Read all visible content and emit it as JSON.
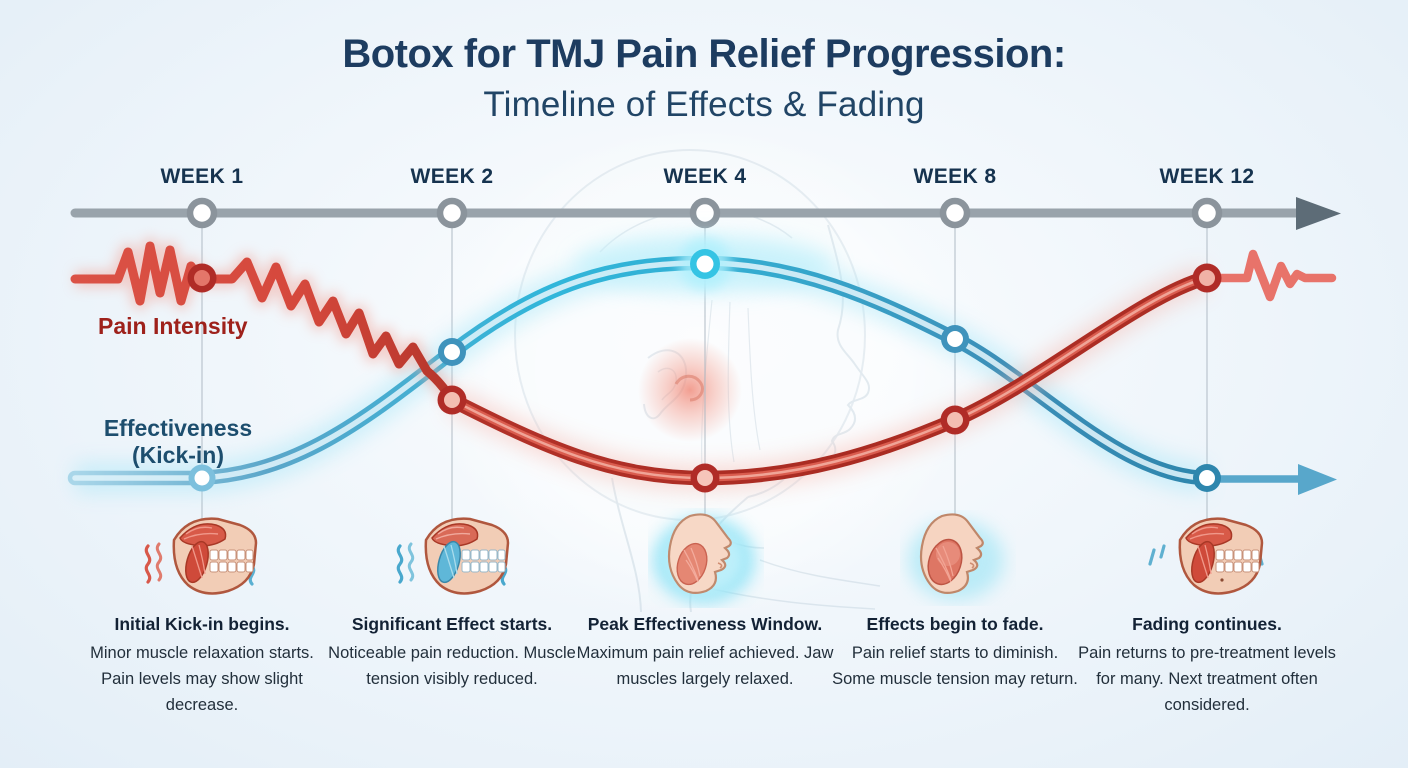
{
  "header": {
    "title_line1": "Botox for TMJ Pain Relief Progression:",
    "title_line2": "Timeline of Effects & Fading"
  },
  "timeline": {
    "weeks": [
      {
        "label": "WEEK 1"
      },
      {
        "label": "WEEK 2"
      },
      {
        "label": "WEEK 4"
      },
      {
        "label": "WEEK 8"
      },
      {
        "label": "WEEK 12"
      }
    ],
    "axis_color": "#99a3ab",
    "arrow_color": "#5d6c77"
  },
  "series": {
    "pain": {
      "label": "Pain Intensity",
      "color": "#b5352b",
      "label_color": "#9e211b"
    },
    "effectiveness": {
      "label": "Effectiveness",
      "sublabel": "(Kick-in)",
      "color": "#3f93bc",
      "label_color": "#1d4e6e"
    }
  },
  "phases": [
    {
      "week": "WEEK 1",
      "icon": "jaw-tense-red-icon",
      "title": "Initial Kick-in begins.",
      "description": "Minor muscle relaxation starts. Pain levels may show slight decrease."
    },
    {
      "week": "WEEK 2",
      "icon": "jaw-easing-blue-icon",
      "title": "Significant Effect starts.",
      "description": "Noticeable pain reduction. Muscle tension visibly reduced."
    },
    {
      "week": "WEEK 4",
      "icon": "face-relaxed-glow-icon",
      "title": "Peak Effectiveness Window.",
      "description": "Maximum pain relief achieved. Jaw muscles largely relaxed."
    },
    {
      "week": "WEEK 8",
      "icon": "face-tension-return-icon",
      "title": "Effects begin to fade.",
      "description": "Pain relief starts to diminish. Some muscle tension may return."
    },
    {
      "week": "WEEK 12",
      "icon": "jaw-tense-return-icon",
      "title": "Fading continues.",
      "description": "Pain returns to pre-treatment levels for many. Next treatment often considered."
    }
  ],
  "chart_data": {
    "type": "line",
    "title": "Botox for TMJ Pain Relief Progression: Timeline of Effects & Fading",
    "categories": [
      "WEEK 1",
      "WEEK 2",
      "WEEK 4",
      "WEEK 8",
      "WEEK 12"
    ],
    "x_values_weeks": [
      1,
      2,
      4,
      8,
      12
    ],
    "series": [
      {
        "name": "Pain Intensity",
        "color": "#b5352b",
        "values": [
          90,
          41,
          10,
          33,
          90
        ],
        "style": "jagged before week 1 and after week 12, smooth tube between"
      },
      {
        "name": "Effectiveness (Kick-in)",
        "color": "#3f93bc",
        "values": [
          10,
          60,
          95,
          65,
          10
        ],
        "style": "smooth tube, ends in arrow after week 12"
      }
    ],
    "xlabel": "",
    "ylabel": "",
    "ylim": [
      0,
      100
    ],
    "grid": "vertical guide line at each week marker",
    "legend_position": "inline labels at left of curves",
    "annotations": "pain minimum and effectiveness peak both occur at week 4; curves cross between week 8 and week 12; faint anatomical head with highlighted TMJ joint in background"
  }
}
